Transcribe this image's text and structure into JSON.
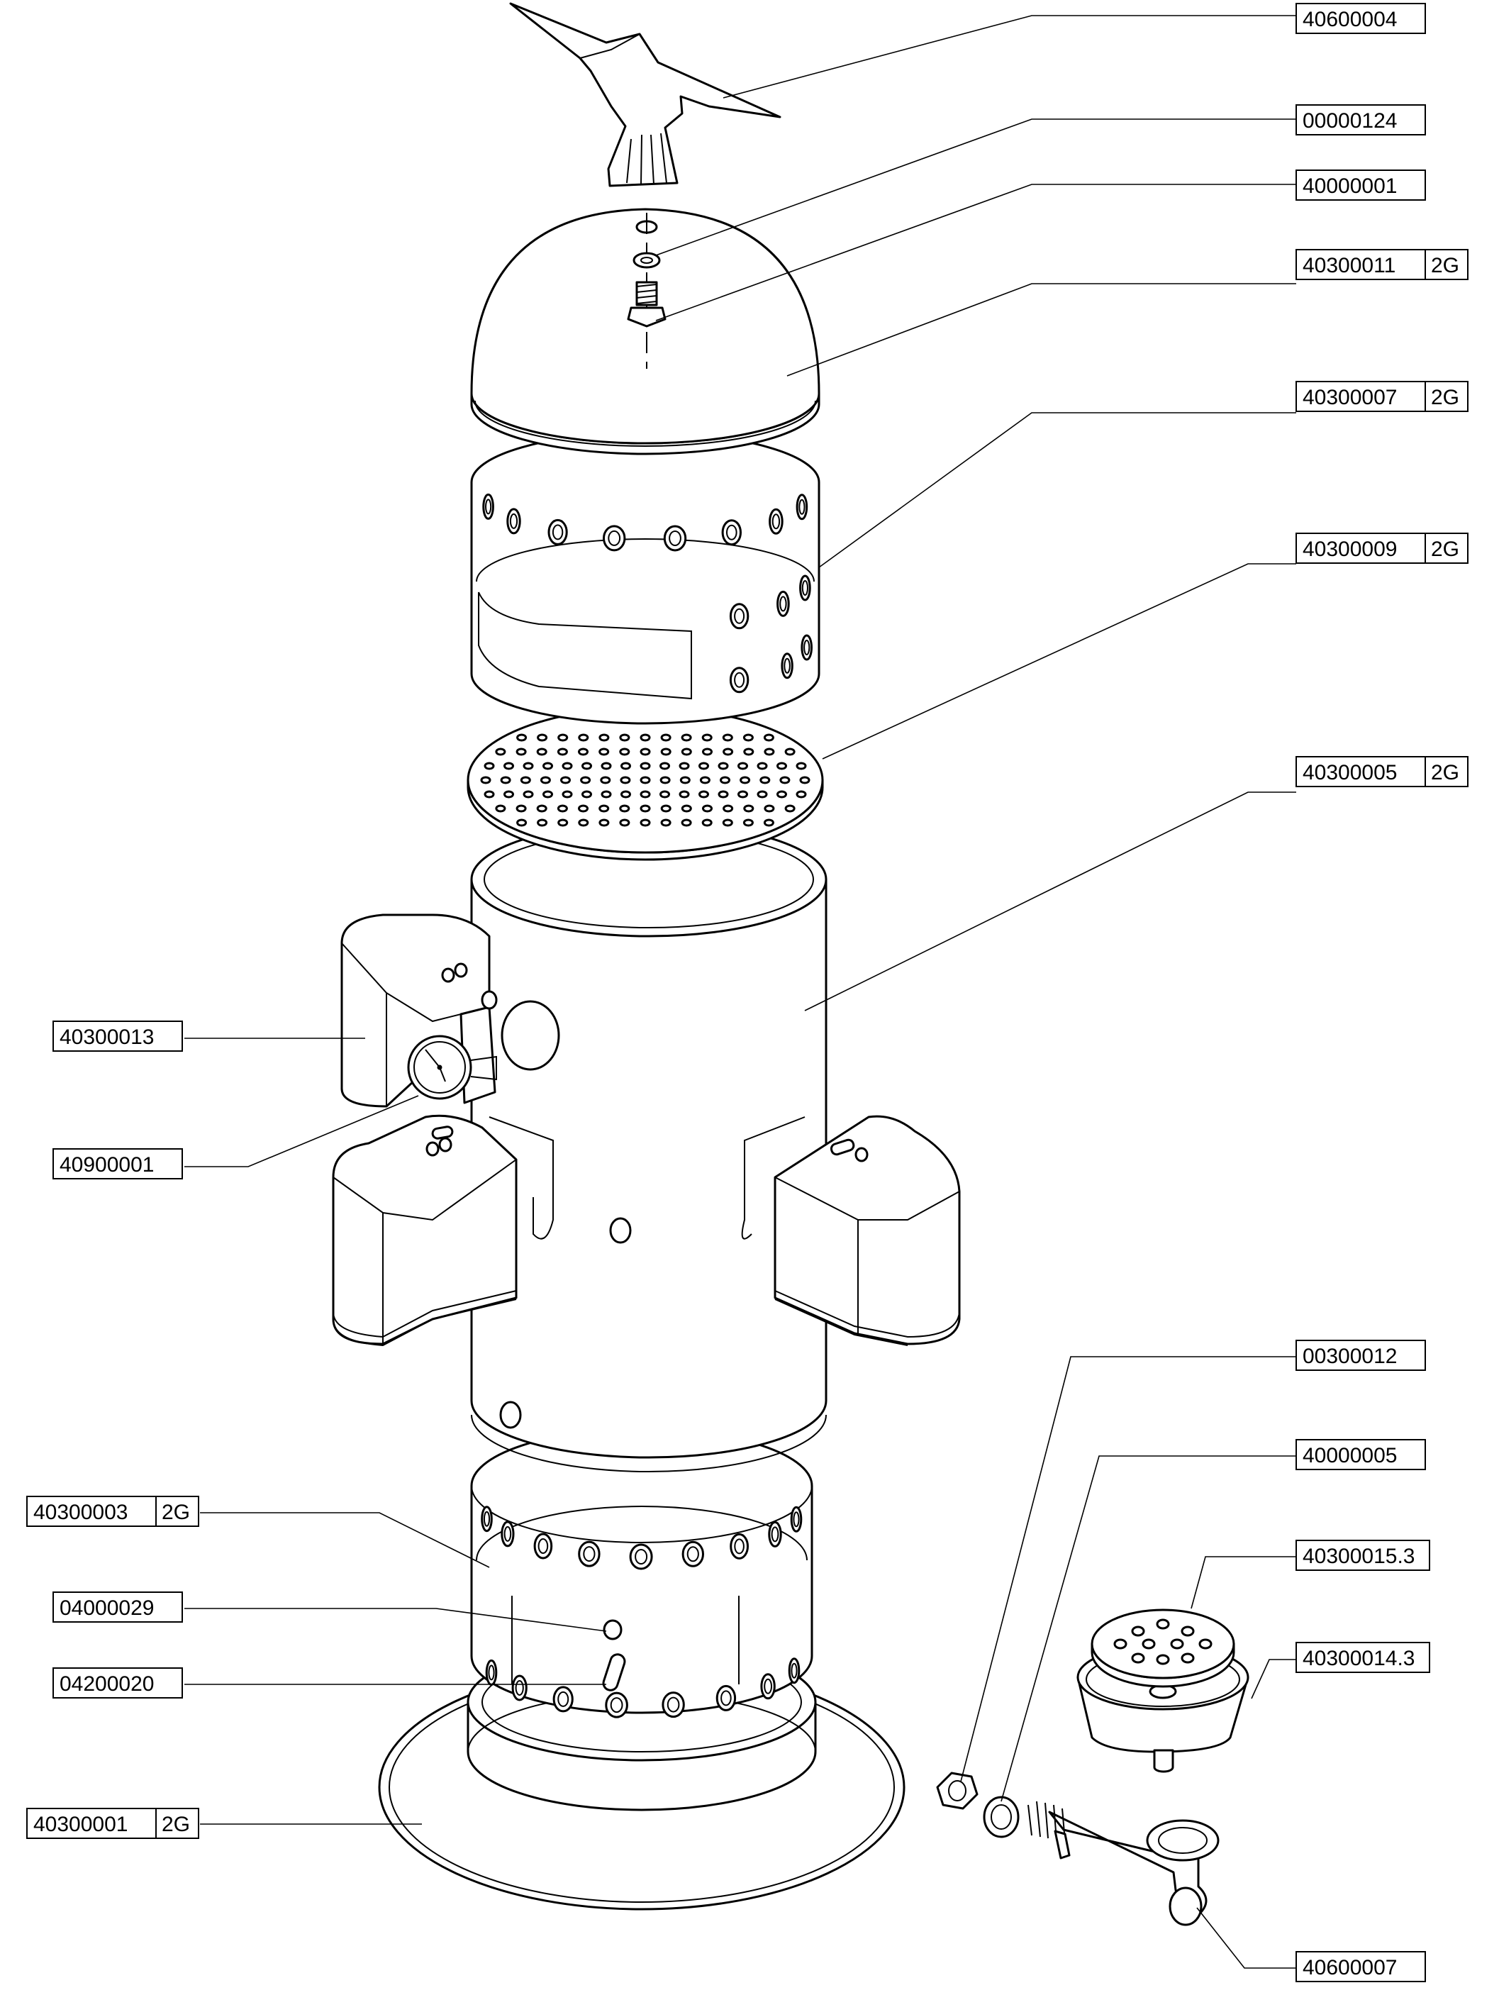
{
  "labels": [
    {
      "part": "40600004",
      "suffix": ""
    },
    {
      "part": "00000124",
      "suffix": ""
    },
    {
      "part": "40000001",
      "suffix": ""
    },
    {
      "part": "40300011",
      "suffix": "2G"
    },
    {
      "part": "40300007",
      "suffix": "2G"
    },
    {
      "part": "40300009",
      "suffix": "2G"
    },
    {
      "part": "40300005",
      "suffix": "2G"
    },
    {
      "part": "40300013",
      "suffix": ""
    },
    {
      "part": "40900001",
      "suffix": ""
    },
    {
      "part": "00300012",
      "suffix": ""
    },
    {
      "part": "40000005",
      "suffix": ""
    },
    {
      "part": "40300015.3",
      "suffix": ""
    },
    {
      "part": "40300014.3",
      "suffix": ""
    },
    {
      "part": "40300003",
      "suffix": "2G"
    },
    {
      "part": "04000029",
      "suffix": ""
    },
    {
      "part": "04200020",
      "suffix": ""
    },
    {
      "part": "40300001",
      "suffix": "2G"
    },
    {
      "part": "40600007",
      "suffix": ""
    }
  ]
}
